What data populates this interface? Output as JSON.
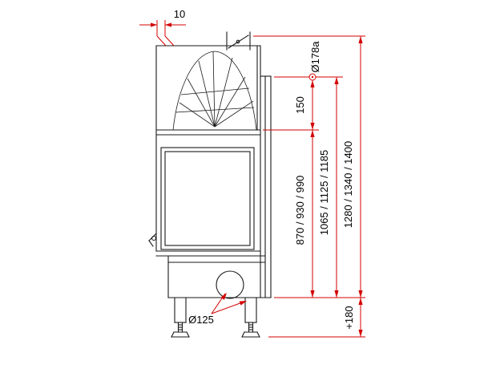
{
  "drawing": {
    "dim_top_offset": "10",
    "dim_flue_diameter": "Ø178a",
    "dim_flue_drop": "150",
    "dim_opening_heights": "870 / 930 / 990",
    "dim_outlet_heights": "1065 / 1125 / 1185",
    "dim_total_heights": "1280 / 1340 / 1400",
    "dim_leg_adjust": "+180",
    "dim_intake_diameter": "Ø125",
    "colors": {
      "dimension_line": "#d40000",
      "drawing_line": "#1a1a1a",
      "background": "#ffffff"
    }
  }
}
